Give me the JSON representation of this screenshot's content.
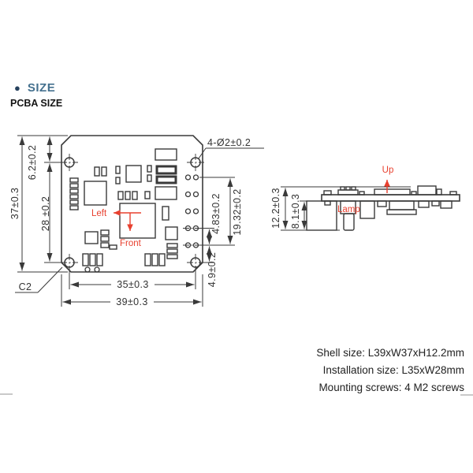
{
  "header": {
    "bullet": "●",
    "title": "SIZE",
    "subtitle": "PCBA SIZE"
  },
  "pcb_front_view": {
    "hole_callout": "4-Ø2±0.2",
    "height_total": "37±0.3",
    "height_top_to_hole": "6.2±0.2",
    "hole_spacing_vertical": "28 ±0.2",
    "pad_pitch": "4.83±0.2",
    "pad_span": "19.32±0.2",
    "pad_to_hole": "4.9±0.2",
    "hole_spacing_horizontal": "35±0.3",
    "width_total": "39±0.3",
    "chamfer_callout": "C2",
    "orientation_left": "Left",
    "orientation_front": "Front"
  },
  "pcb_side_view": {
    "height_total": "12.2±0.3",
    "height_body": "8.1±0.3",
    "orientation_up": "Up",
    "lamp_label": "Lamp"
  },
  "notes": [
    "Shell size: L39xW37xH12.2mm",
    "Installation size: L35xW28mm",
    "Mounting screws: 4 M2 screws"
  ],
  "colors": {
    "annotation_red": "#e8402f",
    "title_blue": "#44708e",
    "bullet_navy": "#26415e",
    "line_dark": "#3a3a3a"
  }
}
